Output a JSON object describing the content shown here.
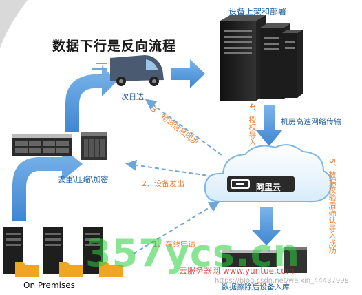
{
  "title": "数据下行是反向流程",
  "labels": {
    "deploy": "设备上架和部署",
    "next_day": "次日达",
    "step3": "3、物流信息同步",
    "step4": "4、授权导入",
    "datacenter": "机房高速网络传输",
    "dedup": "去重\\压缩\\加密",
    "step2": "2、设备发出",
    "step5": "5、数据校验后确认导入成功",
    "step1": "1、在线申请",
    "erase": "数据擦除后设备入库",
    "on_premises": "On Premises"
  },
  "cloud": {
    "brand": "阿里云",
    "color": "#4a9fe0"
  },
  "watermark": {
    "big": "357ycs.cn",
    "small": "云服务器网 www.yuntue.com",
    "small2": "https://blog.csdn.net/weixin_44437998"
  },
  "colors": {
    "blue_arrow": "#4b8fd6",
    "dashed_arrow": "#6fa6da",
    "orange_text": "#e5813b",
    "label_blue": "#1f5f9e",
    "folder": "#f0a623"
  },
  "icons": [
    "truck-icon",
    "server-tower-icon",
    "cloud-icon",
    "rack-server-icon",
    "nas-box-icon",
    "folder-icon"
  ]
}
